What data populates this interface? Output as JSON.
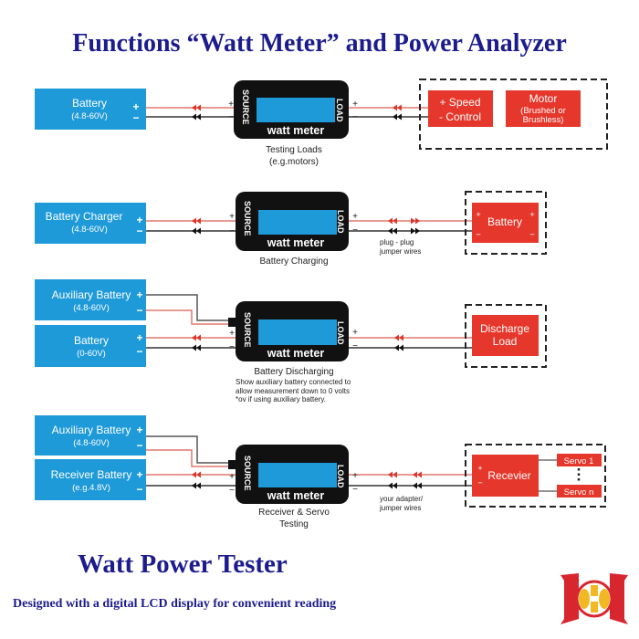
{
  "title": "Functions “Watt Meter” and Power Analyzer",
  "meter": {
    "label": "watt meter",
    "source": "SOURCE",
    "load": "LOAD",
    "plus": "+",
    "minus": "−"
  },
  "sections": [
    {
      "source": {
        "name": "Battery",
        "range": "(4.8-60V)"
      },
      "loads": [
        {
          "name_line1": "+ Speed",
          "name_line2": "- Control"
        },
        {
          "name": "Motor",
          "sub_line1": "(Brushed or",
          "sub_line2": "Brushless)"
        }
      ],
      "caption_line1": "Testing Loads",
      "caption_line2": "(e.g.motors)"
    },
    {
      "source": {
        "name": "Battery Charger",
        "range": "(4.8-60V)"
      },
      "load": {
        "name": "Battery"
      },
      "wire_note_line1": "plug - plug",
      "wire_note_line2": "jumper wires",
      "caption_line1": "Battery Charging"
    },
    {
      "aux": {
        "name": "Auxiliary Battery",
        "range": "(4.8-60V)"
      },
      "source": {
        "name": "Battery",
        "range": "(0-60V)"
      },
      "load": {
        "name_line1": "Discharge",
        "name_line2": "Load"
      },
      "caption_line1": "Battery Discharging",
      "note_line1": "Show auxiliary battery connected to",
      "note_line2": "allow measurement down to 0 volts",
      "note_line3": "*ov if using auxiliary battery."
    },
    {
      "aux": {
        "name": "Auxiliary Battery",
        "range": "(4.8-60V)"
      },
      "source": {
        "name": "Receiver Battery",
        "range": "(e.g.4.8V)"
      },
      "load": {
        "name": "Recevier"
      },
      "servos": [
        "Servo 1",
        "Servo n"
      ],
      "wire_note_line1": "your adapter/",
      "wire_note_line2": "jumper wires",
      "caption_line1": "Receiver & Servo",
      "caption_line2": "Testing"
    }
  ],
  "footer": {
    "heading": "Watt Power Tester",
    "tagline": "Designed with a digital LCD display for convenient reading"
  },
  "colors": {
    "title": "#1c1c8e",
    "source_box": "#1f9ad8",
    "load_box": "#e5372b",
    "meter": "#111111",
    "screen": "#1f9ad8"
  }
}
